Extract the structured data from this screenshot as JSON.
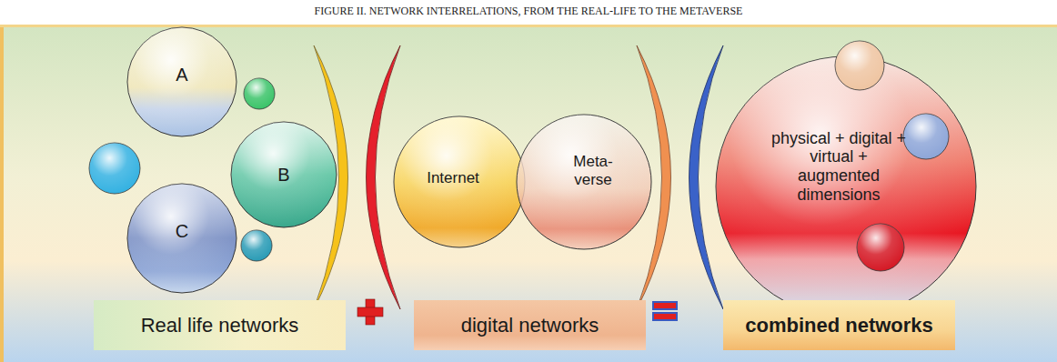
{
  "diagram": {
    "title": "FIGURE II. NETWORK INTERRELATIONS, FROM THE REAL-LIFE TO THE METAVERSE",
    "nodes": [
      {
        "text": [
          "A"
        ]
      },
      {
        "text": [
          "B"
        ]
      },
      {
        "text": [
          "C"
        ]
      },
      {
        "text": [
          "Internet"
        ]
      },
      {
        "text": [
          "Meta- verse"
        ]
      },
      {
        "text": [
          "physical + digital + virtual + augmented dimensions"
        ]
      },
      {
        "text": [
          "Real life networks"
        ]
      },
      {
        "text": [
          "digital networks"
        ]
      },
      {
        "text": [
          "combined networks"
        ]
      }
    ]
  }
}
